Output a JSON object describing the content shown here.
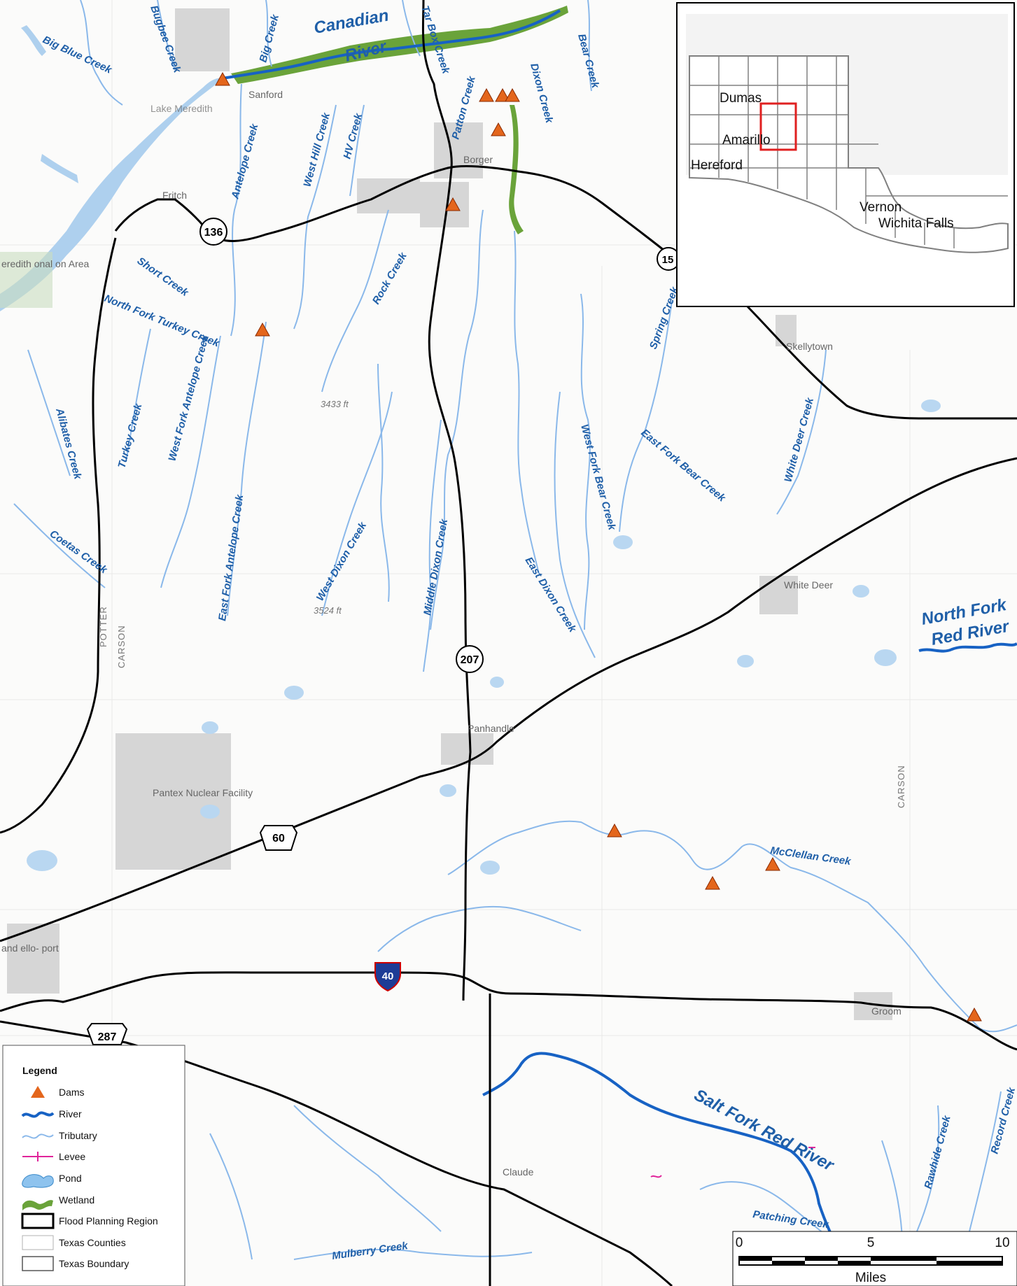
{
  "map": {
    "rivers": [
      {
        "name": "Canadian River",
        "label_1": "Canadian",
        "label_2": "River"
      },
      {
        "name": "North Fork Red River",
        "label_1": "North Fork",
        "label_2": "Red River"
      },
      {
        "name": "Salt Fork Red River",
        "label_1": "Salt Fork Red River"
      }
    ],
    "creeks": [
      "Big Blue Creek",
      "Bugbee Creek",
      "Big Creek",
      "Tar Box Creek",
      "Bear Creek",
      "Dixon Creek",
      "Patton Creek",
      "Antelope Creek",
      "West Hill Creek",
      "HV Creek",
      "Short Creek",
      "North Fork Turkey Creek",
      "Rock Creek",
      "Spring Creek",
      "West Fork Antelope Creek",
      "Turkey Creek",
      "Alibates Creek",
      "East Fork Antelope Creek",
      "West Dixon Creek",
      "Middle Dixon Creek",
      "East Dixon Creek",
      "West Fork Bear Creek",
      "East Fork Bear Creek",
      "White Deer Creek",
      "Coetas Creek",
      "McClellan Creek",
      "Rawhide Creek",
      "Record Creek",
      "Patching Creek",
      "Mulberry Creek"
    ],
    "towns": [
      "Sanford",
      "Lake Meredith",
      "Borger",
      "Fritch",
      "Skellytown",
      "White Deer",
      "Panhandle",
      "Pantex Nuclear Facility",
      "Claude",
      "Groom"
    ],
    "lake_meredith_area_label": "eredith onal on Area",
    "airport_label": "and ello- port",
    "counties": [
      "POTTER",
      "CARSON"
    ],
    "elevations": [
      "3433 ft",
      "3524 ft"
    ],
    "routes": [
      "136",
      "207",
      "60",
      "40",
      "287",
      "15"
    ],
    "colors": {
      "river": "#1762c4",
      "tributary": "#8ab8ea",
      "dam": "#e4661c",
      "wetland": "#6aa33a",
      "lake": "#aed0ee",
      "road": "#000000",
      "levee": "#e0249a"
    }
  },
  "inset": {
    "cities": [
      "Dumas",
      "Amarillo",
      "Hereford",
      "Vernon",
      "Wichita Falls"
    ],
    "highlight_color": "#e02020"
  },
  "legend": {
    "title": "Legend",
    "items": [
      {
        "label": "Dams",
        "icon": "triangle-icon"
      },
      {
        "label": "River",
        "icon": "river-icon"
      },
      {
        "label": "Tributary",
        "icon": "tributary-icon"
      },
      {
        "label": "Levee",
        "icon": "levee-icon"
      },
      {
        "label": "Pond",
        "icon": "pond-icon"
      },
      {
        "label": "Wetland",
        "icon": "wetland-icon"
      },
      {
        "label": "Flood Planning Region",
        "icon": "region-box-icon"
      },
      {
        "label": "Texas Counties",
        "icon": "county-box-icon"
      },
      {
        "label": "Texas Boundary",
        "icon": "boundary-box-icon"
      }
    ]
  },
  "scale_bar": {
    "ticks": [
      "0",
      "5",
      "10"
    ],
    "unit": "Miles"
  }
}
